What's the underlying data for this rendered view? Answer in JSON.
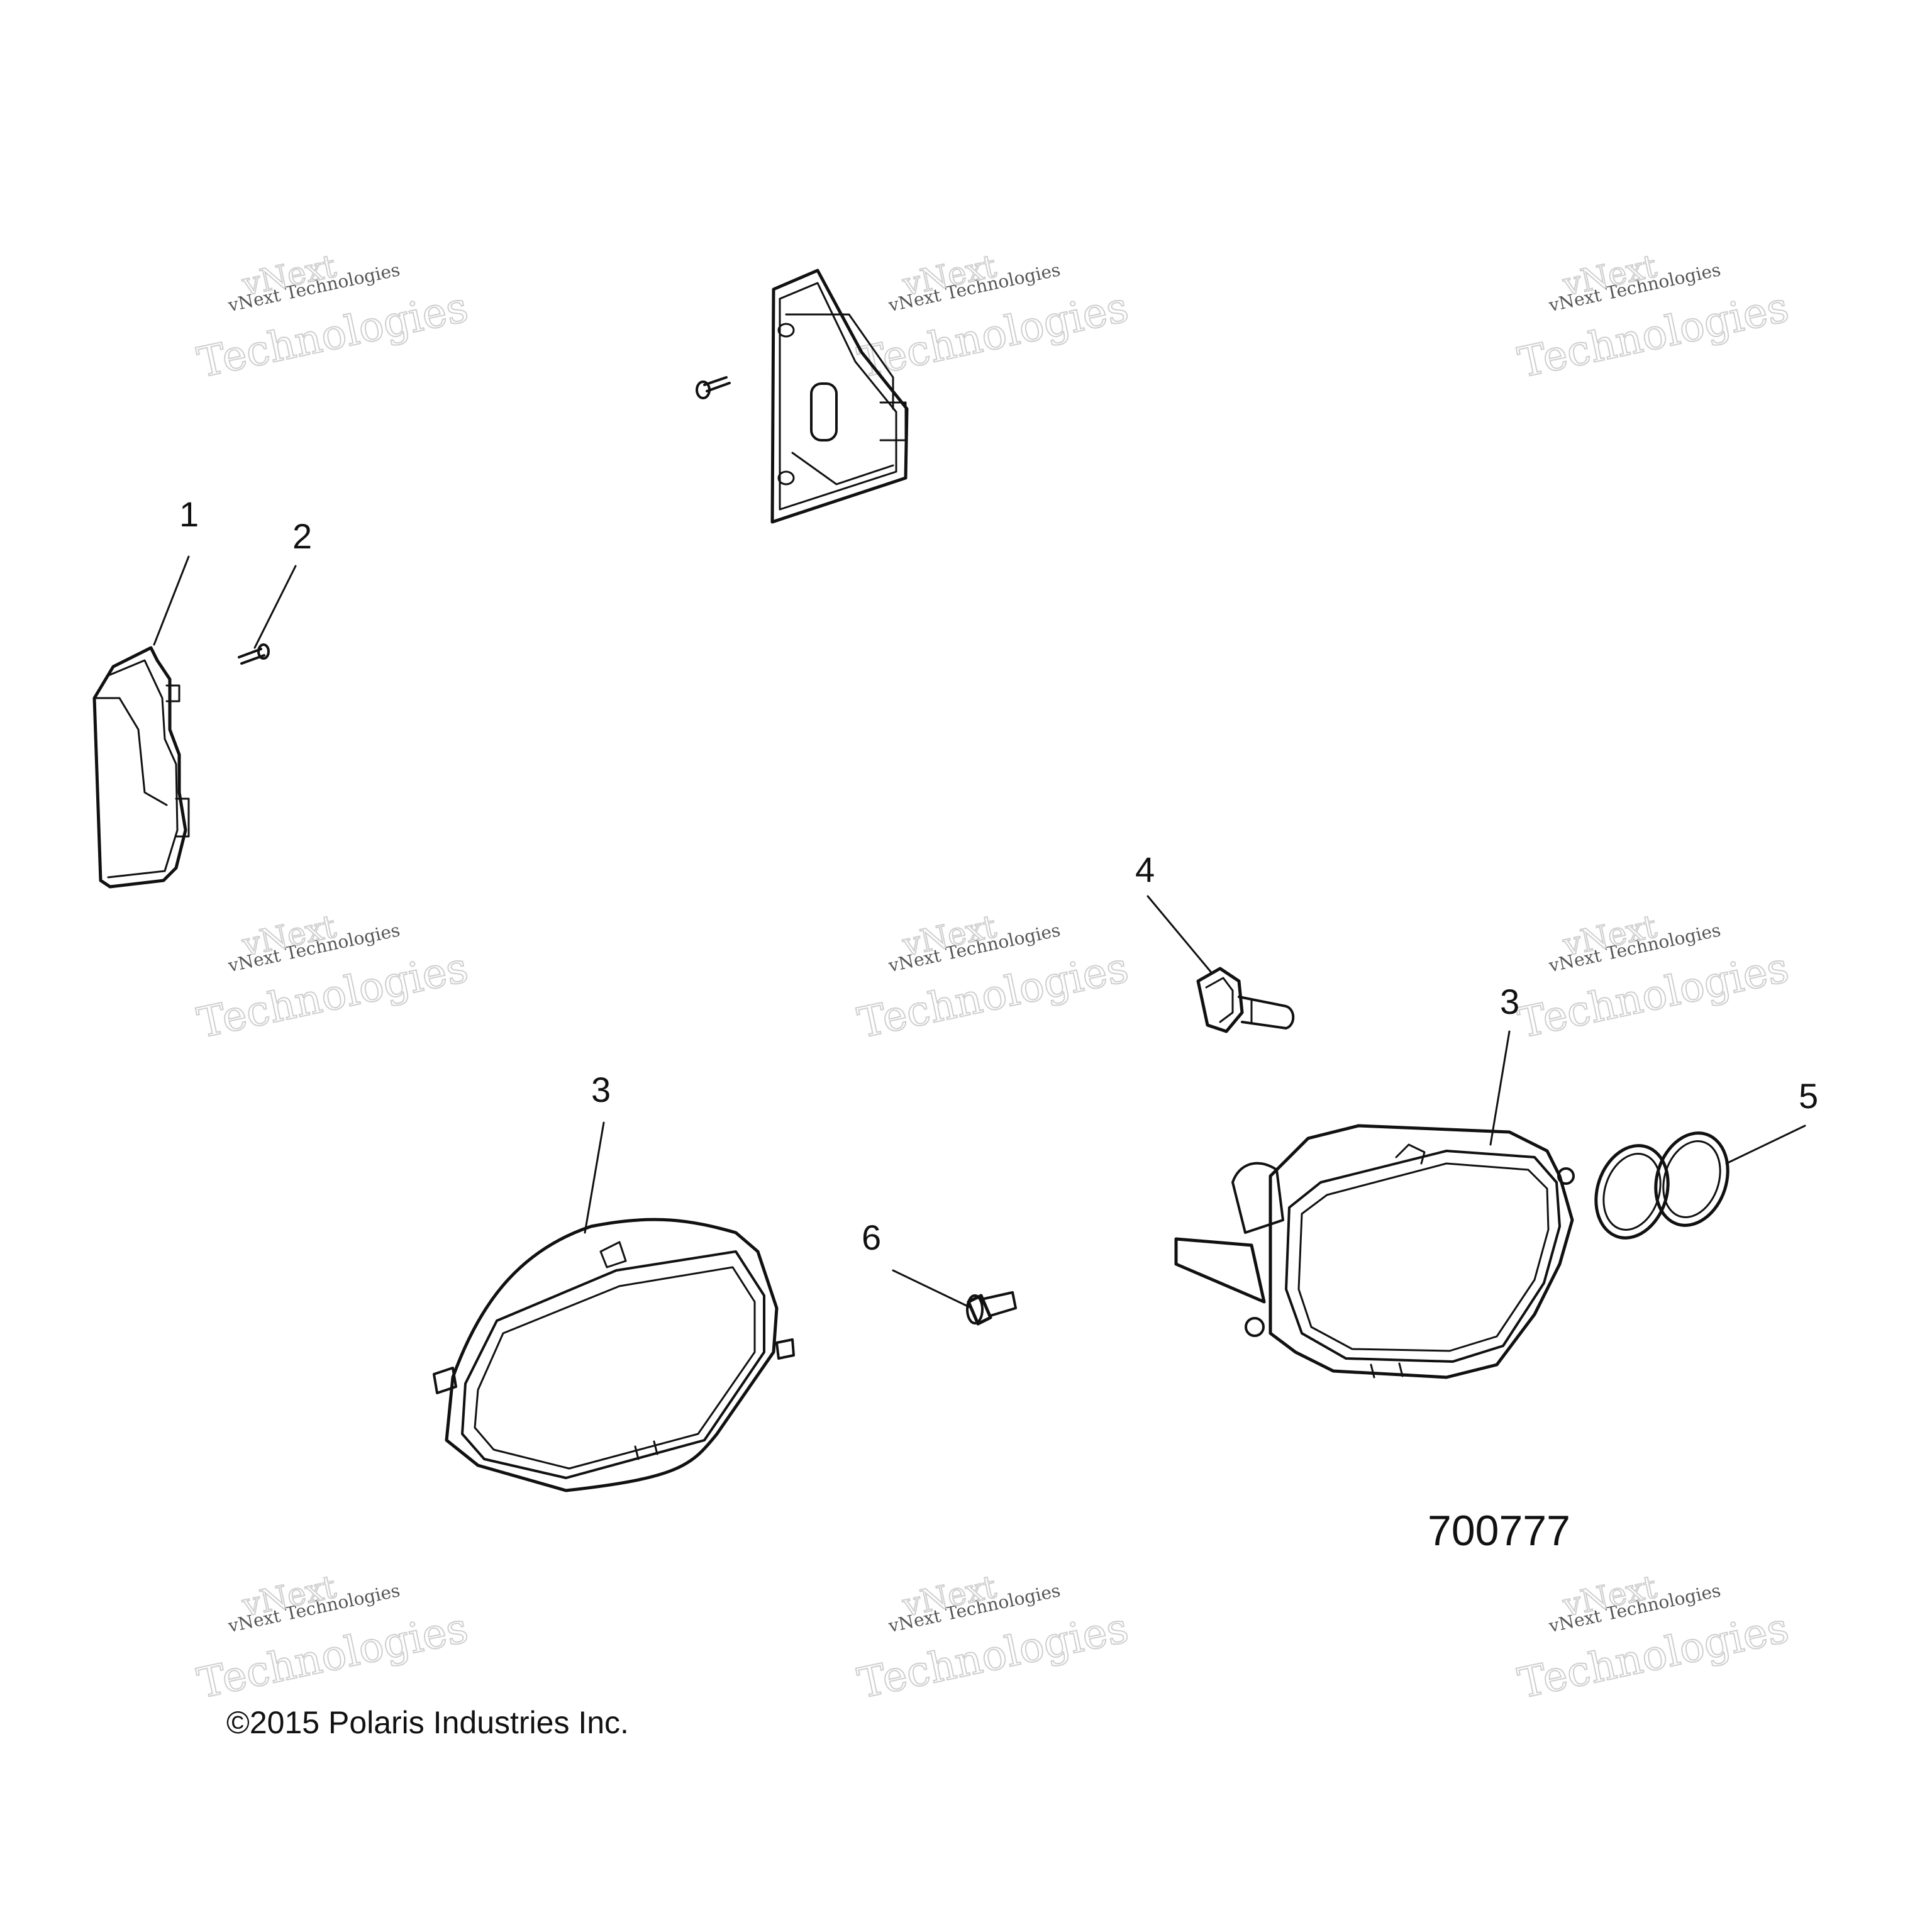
{
  "diagram": {
    "figure_number": "700777",
    "copyright": "©2015 Polaris Industries Inc.",
    "watermark": {
      "line1": "vNext",
      "line2": "vNext Technologies",
      "line3": "Technologies"
    },
    "callouts": [
      {
        "id": "c1",
        "label": "1",
        "part": "side-marker-light"
      },
      {
        "id": "c2",
        "label": "2",
        "part": "screw"
      },
      {
        "id": "c3a",
        "label": "3",
        "part": "headlight-left"
      },
      {
        "id": "c3b",
        "label": "3",
        "part": "headlight-right"
      },
      {
        "id": "c4",
        "label": "4",
        "part": "bulb"
      },
      {
        "id": "c5",
        "label": "5",
        "part": "o-rings"
      },
      {
        "id": "c6",
        "label": "6",
        "part": "adjuster-screw"
      }
    ]
  },
  "colors": {
    "line": "#111111",
    "watermark": "#c8c8c8"
  }
}
